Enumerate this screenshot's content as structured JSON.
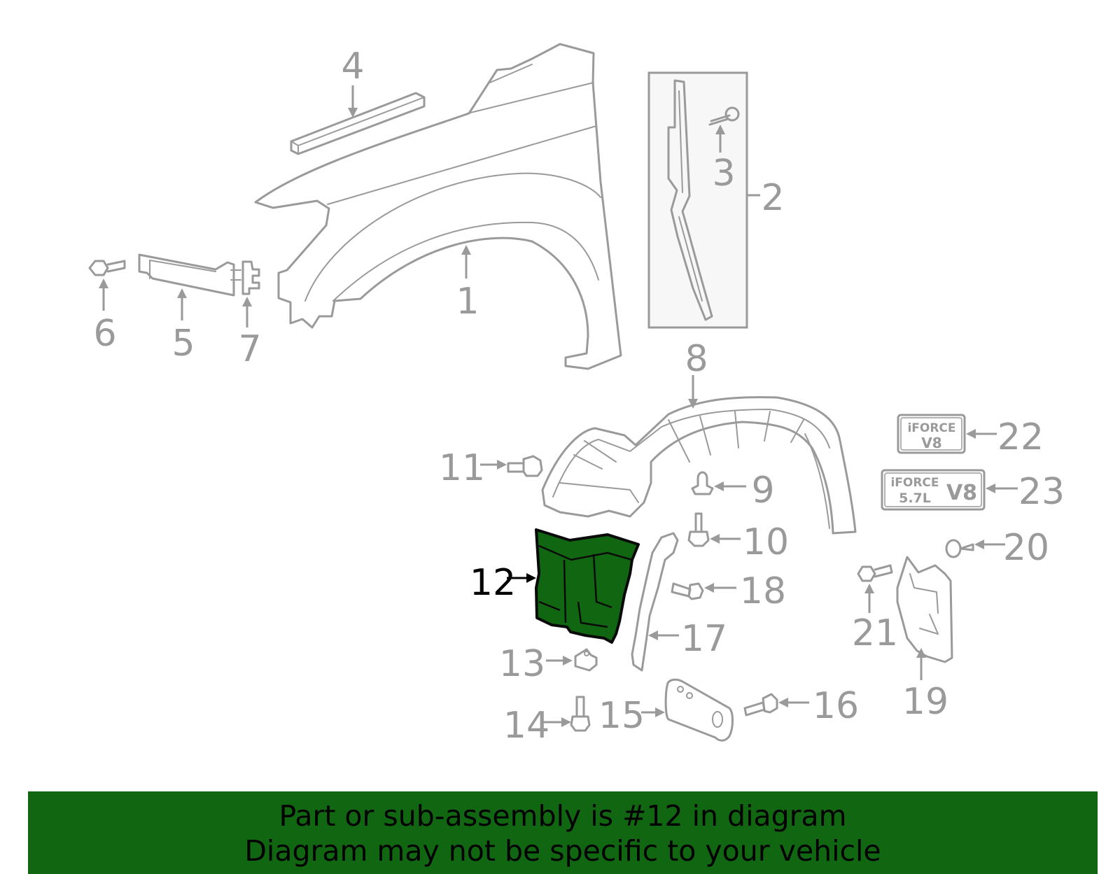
{
  "callouts": {
    "c1": "1",
    "c2": "2",
    "c3": "3",
    "c4": "4",
    "c5": "5",
    "c6": "6",
    "c7": "7",
    "c8": "8",
    "c9": "9",
    "c10": "10",
    "c11": "11",
    "c12": "12",
    "c13": "13",
    "c14": "14",
    "c15": "15",
    "c16": "16",
    "c17": "17",
    "c18": "18",
    "c19": "19",
    "c20": "20",
    "c21": "21",
    "c22": "22",
    "c23": "23"
  },
  "highlighted_part": "12",
  "badges": {
    "b22_top": "iFORCE",
    "b22_bottom": "V8",
    "b23_top": "iFORCE",
    "b23_bottom": "5.7L",
    "b23_side": "V8"
  },
  "banner": {
    "line1": "Part or sub-assembly is #12 in diagram",
    "line2": "Diagram may not be specific to your vehicle"
  },
  "colors": {
    "highlight": "#116611",
    "parts": "#9a9a9a",
    "banner_bg": "#116611"
  }
}
